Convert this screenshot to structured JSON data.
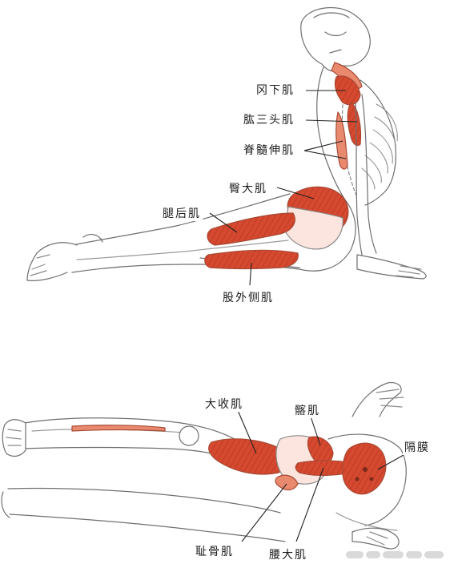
{
  "top_figure": {
    "labels": {
      "infraspinatus": "冈下肌",
      "triceps": "肱三头肌",
      "erector_spinae": "脊髓伸肌",
      "gluteus_maximus": "臀大肌",
      "hamstrings": "腿后肌",
      "vastus_lateralis": "股外侧肌"
    }
  },
  "bottom_figure": {
    "labels": {
      "adductor_magnus": "大收肌",
      "iliacus": "髂肌",
      "diaphragm": "隔膜",
      "pectineus": "耻骨肌",
      "psoas_major": "腰大肌"
    }
  },
  "colors": {
    "muscle": "#d4492f",
    "muscle_light": "#e98a6f",
    "outline": "#6f6f6f",
    "leader": "#222222"
  }
}
